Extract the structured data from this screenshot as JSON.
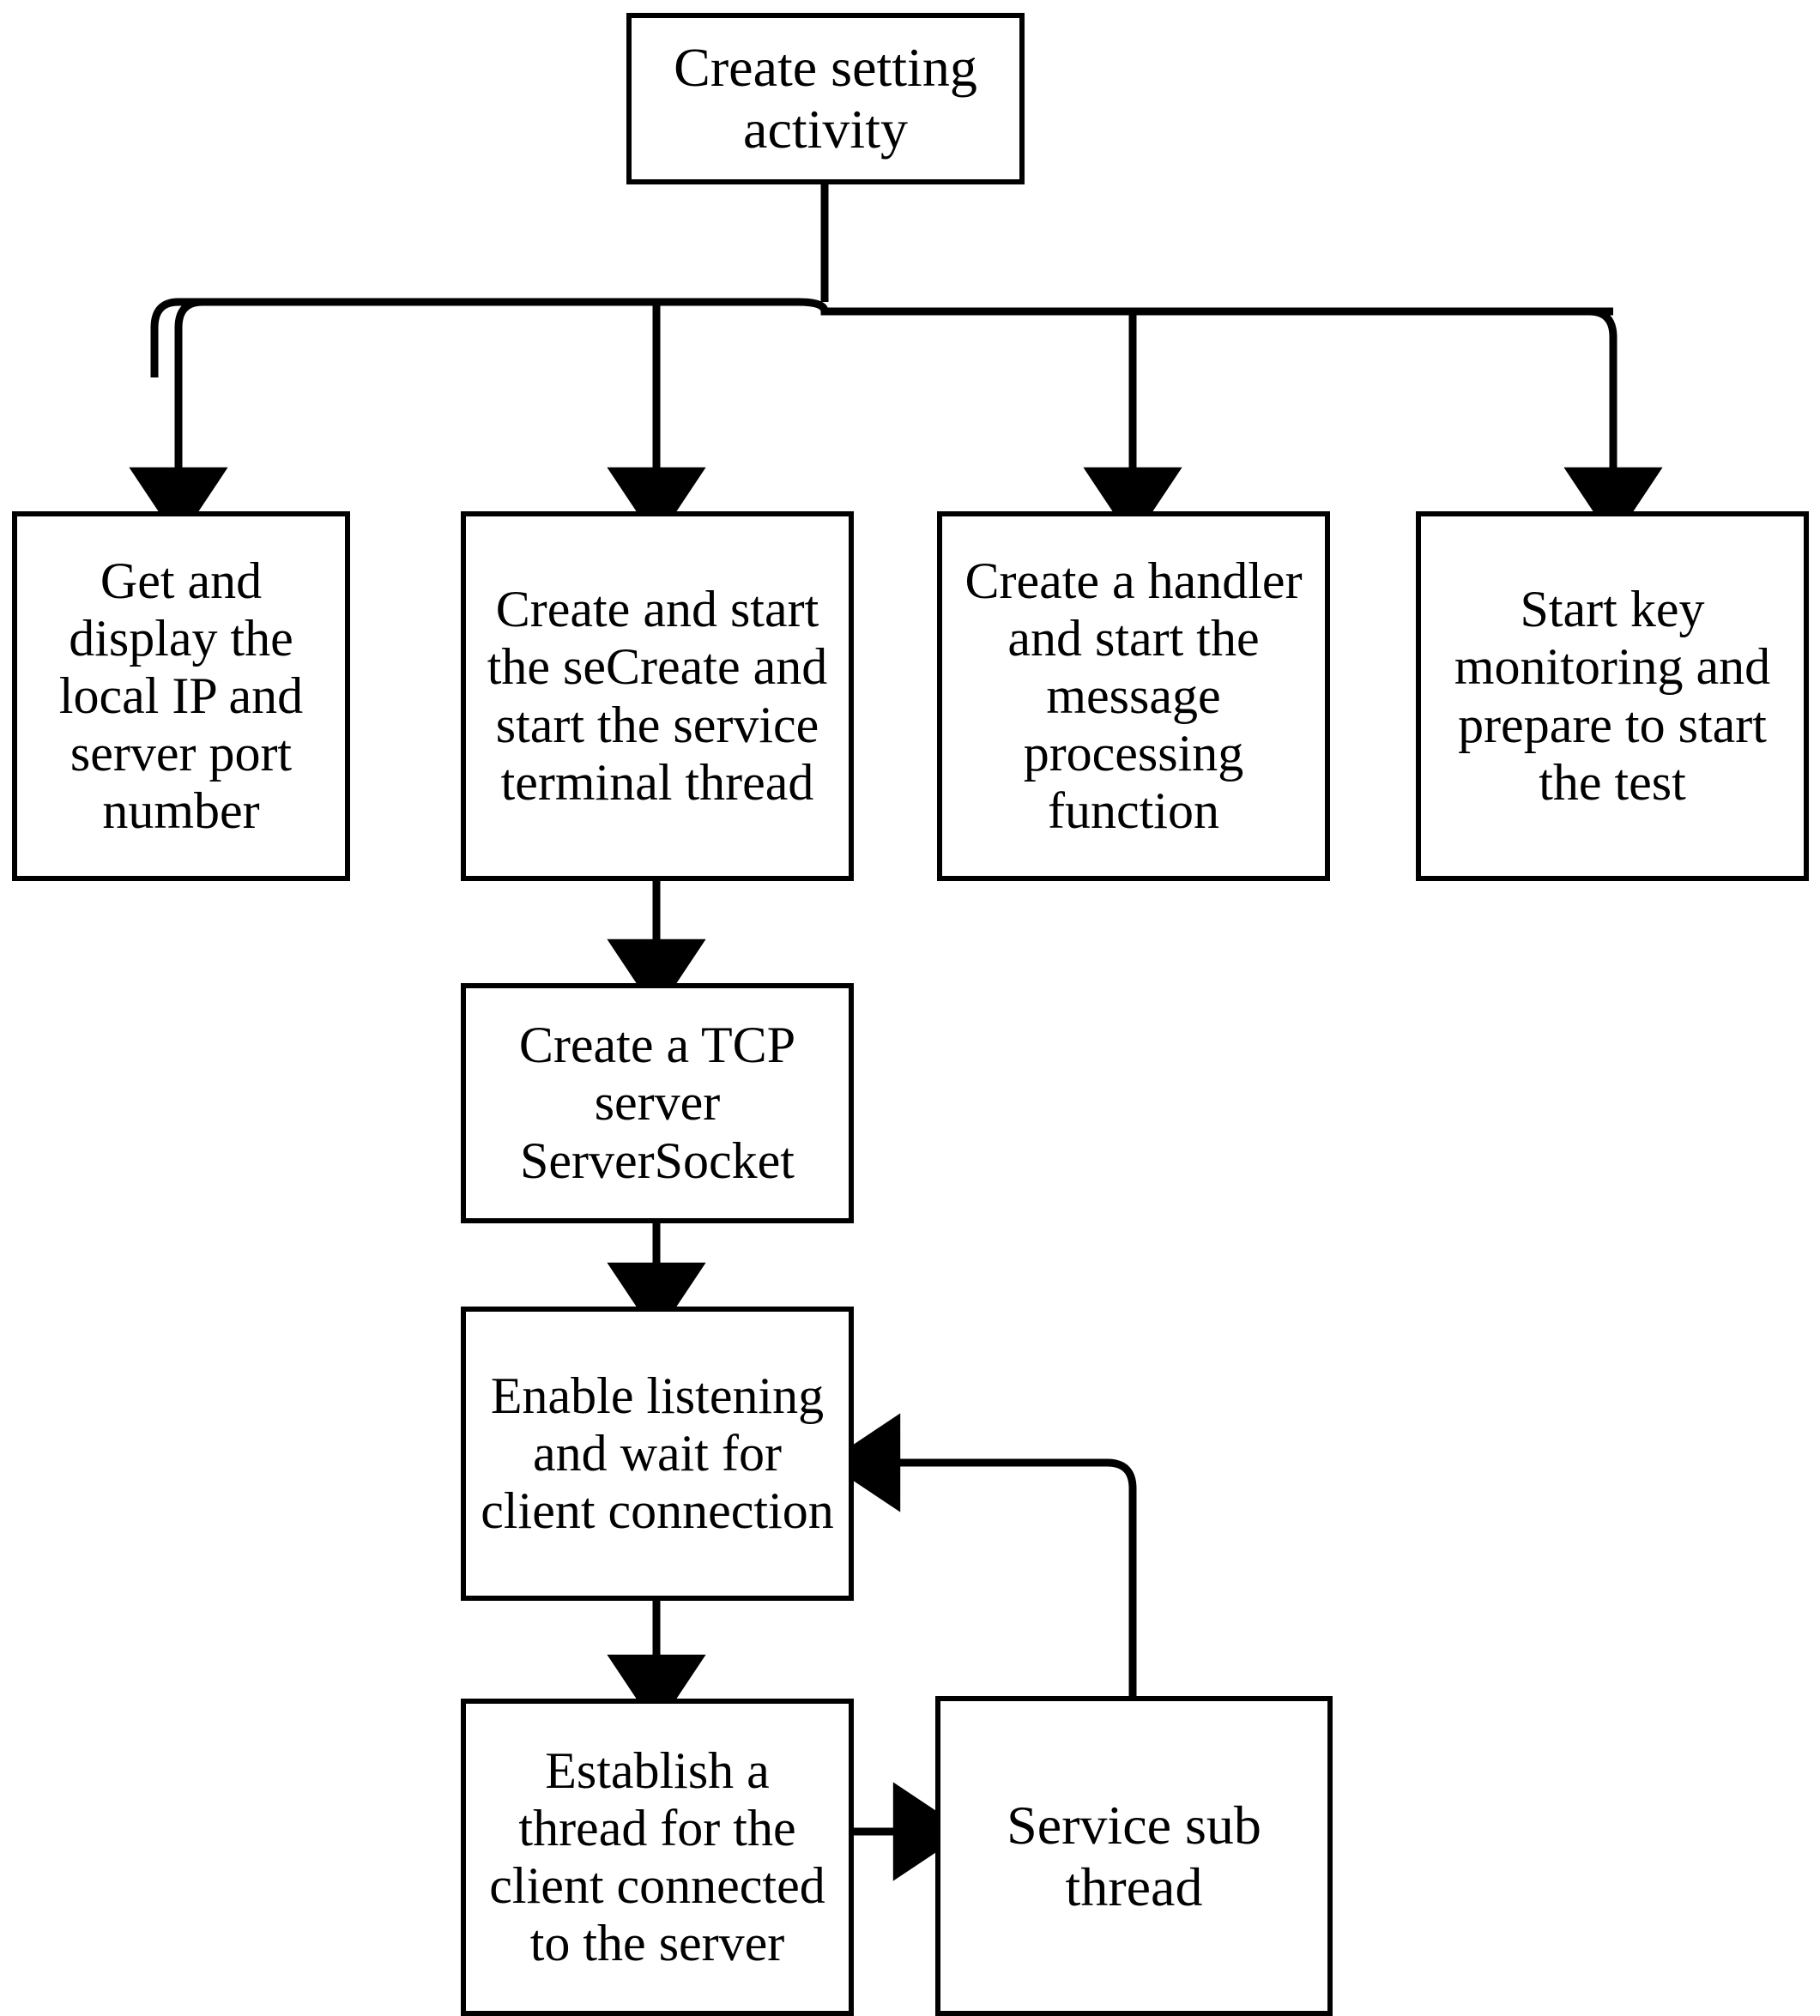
{
  "diagram": {
    "type": "flowchart",
    "orientation": "top-down",
    "stroke_color": "#000000",
    "fill_color": "#ffffff",
    "nodes": [
      {
        "id": "create-setting-activity",
        "label": "Create setting activity",
        "shape": "rectangle"
      },
      {
        "id": "get-display-ip-port",
        "label": "Get and display the local IP and server port number",
        "shape": "rectangle"
      },
      {
        "id": "create-start-service-terminal-thread",
        "label": "Create and start the seCreate and start the service terminal thread",
        "shape": "rectangle"
      },
      {
        "id": "create-handler-message-processing",
        "label": "Create a handler and start the message processing function",
        "shape": "rectangle"
      },
      {
        "id": "start-key-monitoring",
        "label": "Start key monitoring and prepare to start the test",
        "shape": "rectangle"
      },
      {
        "id": "create-tcp-serversocket",
        "label": "Create a TCP server ServerSocket",
        "shape": "rectangle"
      },
      {
        "id": "enable-listening-wait-client",
        "label": "Enable listening and wait for client connection",
        "shape": "rectangle"
      },
      {
        "id": "establish-thread-for-client",
        "label": "Establish a thread for the client connected to the server",
        "shape": "rectangle"
      },
      {
        "id": "service-sub-thread",
        "label": "Service sub thread",
        "shape": "rectangle"
      }
    ],
    "edges": [
      {
        "from": "create-setting-activity",
        "to": "get-display-ip-port",
        "arrow": true
      },
      {
        "from": "create-setting-activity",
        "to": "create-start-service-terminal-thread",
        "arrow": true
      },
      {
        "from": "create-setting-activity",
        "to": "create-handler-message-processing",
        "arrow": true
      },
      {
        "from": "create-setting-activity",
        "to": "start-key-monitoring",
        "arrow": true
      },
      {
        "from": "create-start-service-terminal-thread",
        "to": "create-tcp-serversocket",
        "arrow": true
      },
      {
        "from": "create-tcp-serversocket",
        "to": "enable-listening-wait-client",
        "arrow": true
      },
      {
        "from": "enable-listening-wait-client",
        "to": "establish-thread-for-client",
        "arrow": true
      },
      {
        "from": "establish-thread-for-client",
        "to": "service-sub-thread",
        "arrow": true
      },
      {
        "from": "service-sub-thread",
        "to": "enable-listening-wait-client",
        "arrow": true
      }
    ]
  }
}
